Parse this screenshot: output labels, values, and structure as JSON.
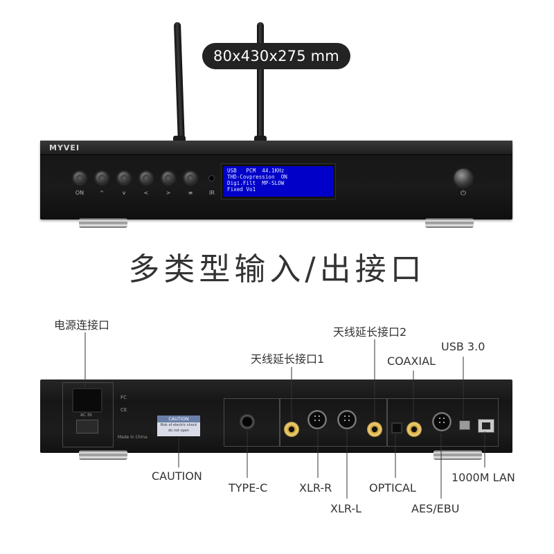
{
  "dimensions_label": "80x430x275 mm",
  "brand_logo": "MYVEI",
  "front_buttons": [
    {
      "name": "on-button",
      "label": "ON"
    },
    {
      "name": "up-button",
      "label": "^"
    },
    {
      "name": "down-button",
      "label": "v"
    },
    {
      "name": "left-button",
      "label": "<"
    },
    {
      "name": "right-button",
      "label": ">"
    },
    {
      "name": "menu-button",
      "label": "≡"
    }
  ],
  "ir_label": "IR",
  "power_symbol": "⏻",
  "display_lines": [
    "USB   PCM  44.1KHz",
    "THD-Covpression  ON",
    "Digi.Filt  MP-SLOW",
    "Fixed Vo1"
  ],
  "headline": "多类型输入/出接口",
  "caution_box": {
    "title": "CAUTION",
    "line1": "Risk of electric shock",
    "line2": "do not open"
  },
  "callouts": {
    "power_connector": "电源连接口",
    "antenna_extension_1": "天线延长接口1",
    "antenna_extension_2": "天线延长接口2",
    "coaxial": "COAXIAL",
    "usb": "USB 3.0",
    "caution": "CAUTION",
    "type_c": "TYPE-C",
    "xlr_r": "XLR-R",
    "xlr_l": "XLR-L",
    "optical": "OPTICAL",
    "aes_ebu": "AES/EBU",
    "lan": "1000M LAN"
  },
  "rear_small_text": {
    "ac_in": "AC IN",
    "fc": "FC",
    "ce": "CE",
    "made_in": "Made in China"
  }
}
